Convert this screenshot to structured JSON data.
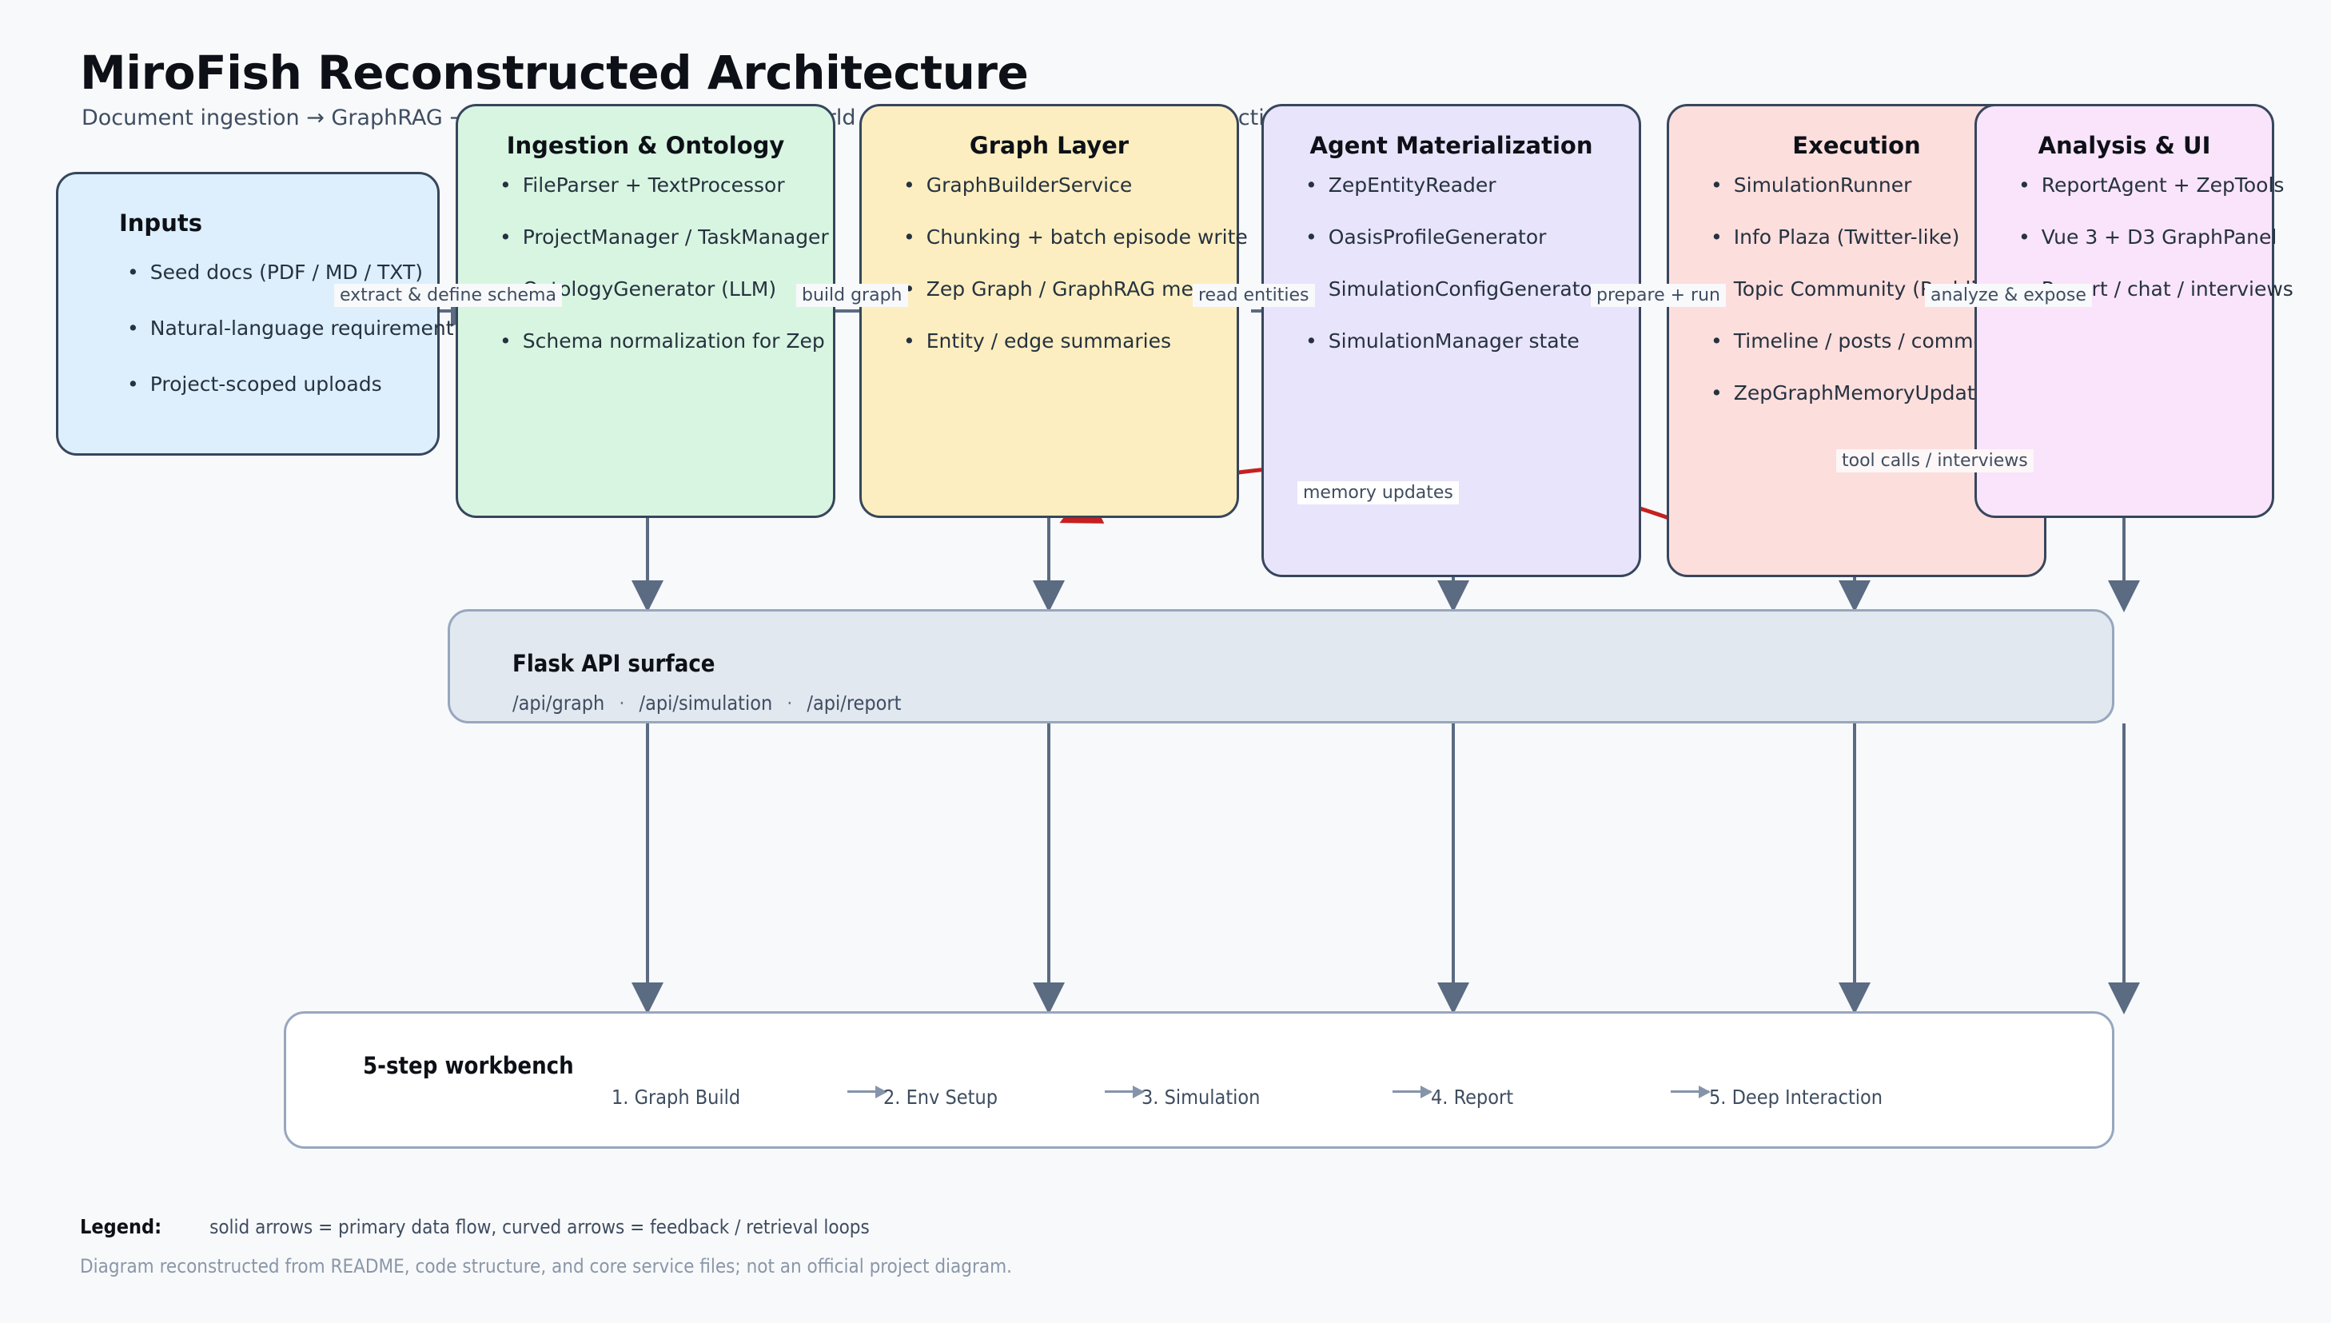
{
  "header": {
    "title": "MiroFish Reconstructed Architecture",
    "subtitle": "Document ingestion → GraphRAG → Agent materialization → Dual-world simulation → ReportAgent → Interactive workbench"
  },
  "stages": [
    {
      "id": "inputs",
      "title": "Inputs",
      "fill": "#ddeffc",
      "bullets": [
        "Seed docs (PDF / MD / TXT)",
        "Natural-language requirement",
        "Project-scoped uploads"
      ]
    },
    {
      "id": "ingestion",
      "title": "Ingestion & Ontology",
      "fill": "#d8f5e1",
      "bullets": [
        "FileParser + TextProcessor",
        "ProjectManager / TaskManager",
        "OntologyGenerator (LLM)",
        "Schema normalization for Zep"
      ]
    },
    {
      "id": "graph",
      "title": "Graph Layer",
      "fill": "#fceec0",
      "bullets": [
        "GraphBuilderService",
        "Chunking + batch episode write",
        "Zep Graph / GraphRAG memory",
        "Entity / edge summaries"
      ]
    },
    {
      "id": "agent",
      "title": "Agent Materialization",
      "fill": "#e8e4fb",
      "bullets": [
        "ZepEntityReader",
        "OasisProfileGenerator",
        "SimulationConfigGenerator",
        "SimulationManager state"
      ]
    },
    {
      "id": "execution",
      "title": "Execution",
      "fill": "#fcdedd",
      "bullets": [
        "SimulationRunner",
        "Info Plaza (Twitter-like)",
        "Topic Community (Reddit-like)",
        "Timeline / posts / comments",
        "ZepGraphMemoryUpdater"
      ]
    },
    {
      "id": "analysis",
      "title": "Analysis & UI",
      "fill": "#f9e4fb",
      "bullets": [
        "ReportAgent + ZepTools",
        "Vue 3 + D3 GraphPanel",
        "Report / chat / interviews"
      ]
    }
  ],
  "edge_labels": {
    "extract": "extract & define schema",
    "build": "build graph",
    "read": "read entities",
    "prepare": "prepare + run",
    "analyze": "analyze & expose",
    "memory": "memory updates",
    "tools": "tool calls / interviews"
  },
  "flask": {
    "title": "Flask API surface",
    "routes": [
      "/api/graph",
      "/api/simulation",
      "/api/report"
    ],
    "separator": "·"
  },
  "workbench": {
    "title": "5-step workbench",
    "steps": [
      "1. Graph Build",
      "2. Env Setup",
      "3. Simulation",
      "4. Report",
      "5. Deep Interaction"
    ]
  },
  "footer": {
    "legend_label": "Legend:",
    "legend_text": "solid arrows = primary data flow, curved arrows = feedback / retrieval loops",
    "note": "Diagram reconstructed from README, code structure, and core service files; not an official project diagram."
  },
  "colors": {
    "background": "#f8f9fb",
    "box_stroke": "#37465c",
    "arrow": "#5a6b82",
    "feedback_red": "#c62020",
    "feedback_purple": "#7b2ff7",
    "muted_stroke": "#97a7bd"
  }
}
